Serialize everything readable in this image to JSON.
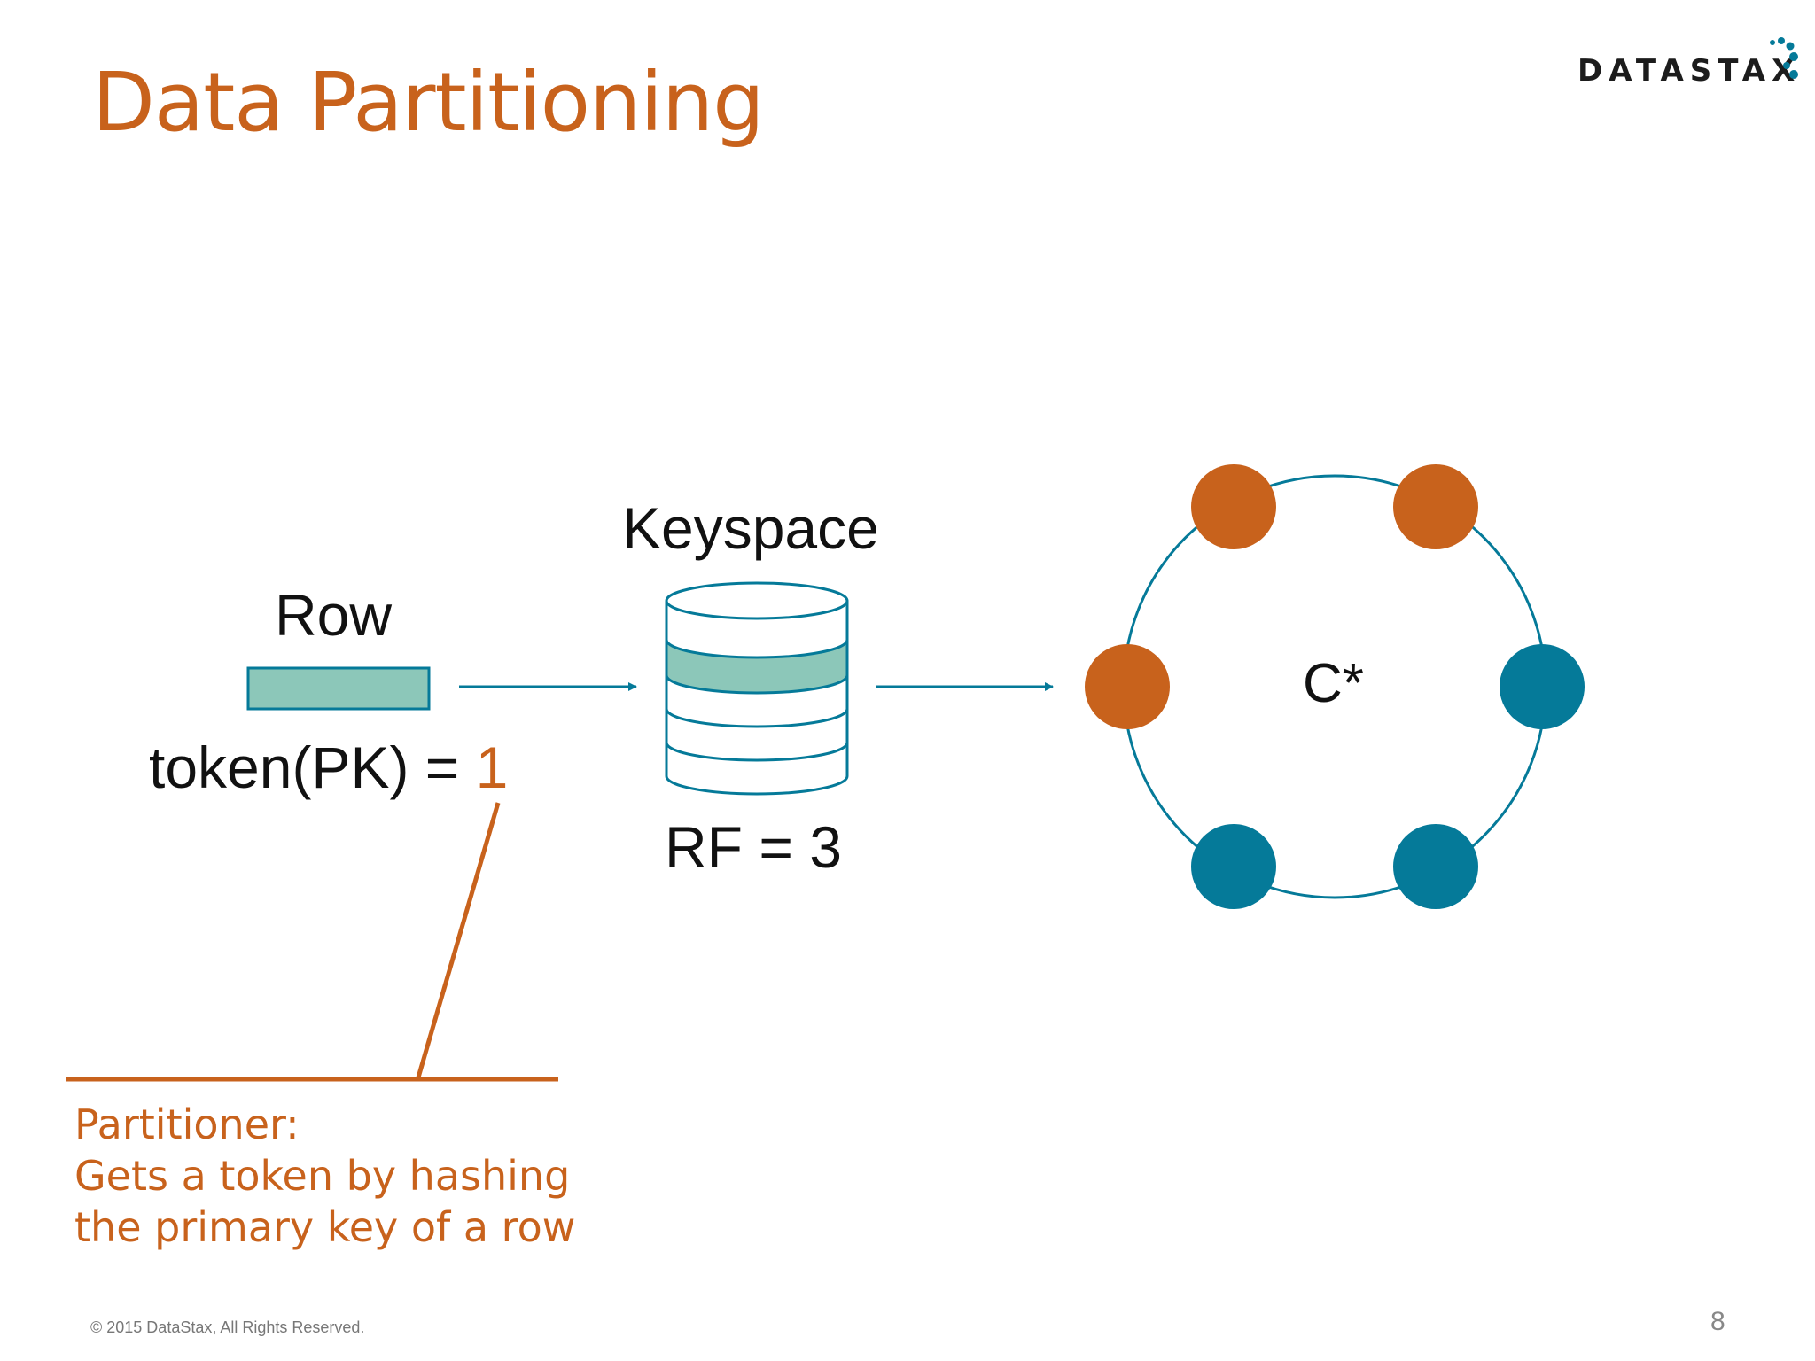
{
  "slide": {
    "title": "Data Partitioning",
    "logo": "DATASTAX",
    "footer": "© 2015 DataStax, All Rights Reserved.",
    "page_number": "8"
  },
  "diagram": {
    "row_label": "Row",
    "token_prefix": "token(PK) = ",
    "token_value": "1",
    "keyspace_label": "Keyspace",
    "rf_label": "RF = 3",
    "ring_label": "C*"
  },
  "note": {
    "line1": "Partitioner:",
    "line2": "Gets a token by hashing",
    "line3": "the primary key of a row"
  },
  "colors": {
    "accent": "#c8621c",
    "teal": "#057a99",
    "row_fill": "#8cc7b9",
    "text": "#111111"
  }
}
